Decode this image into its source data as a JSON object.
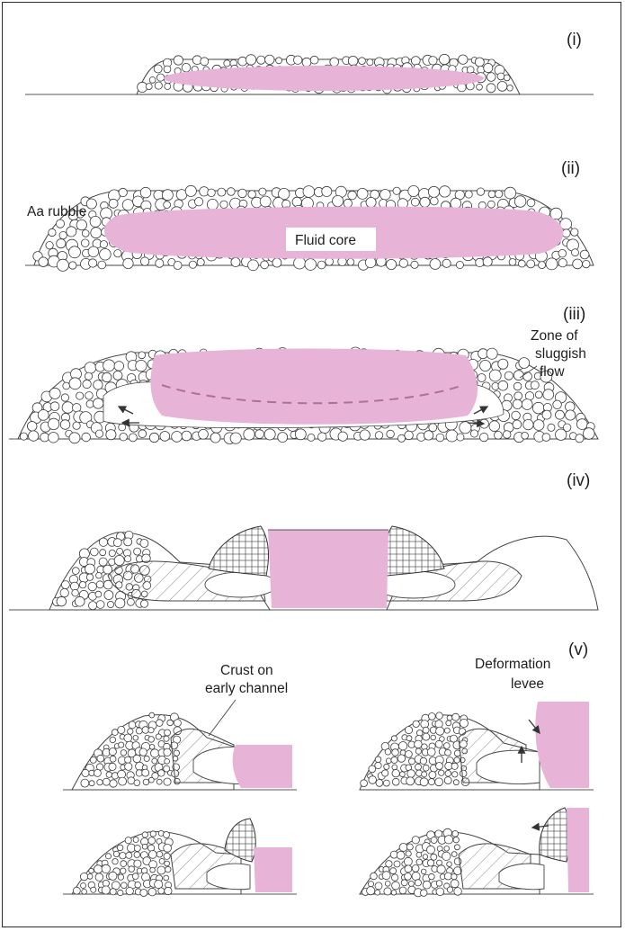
{
  "panels": [
    {
      "id": "i",
      "label": "(i)"
    },
    {
      "id": "ii",
      "label": "(ii)",
      "annotations": {
        "rubble": "Aa rubble",
        "core": "Fluid core"
      }
    },
    {
      "id": "iii",
      "label": "(iii)",
      "annotations": {
        "zone_line1": "Zone of",
        "zone_line2": "sluggish",
        "zone_line3": "flow"
      }
    },
    {
      "id": "iv",
      "label": "(iv)"
    },
    {
      "id": "v",
      "label": "(v)",
      "annotations": {
        "crust_line1": "Crust on",
        "crust_line2": "early channel",
        "levee_line1": "Deformation",
        "levee_line2": "levee"
      }
    }
  ],
  "colors": {
    "fluid_core": "#e7b3d6",
    "rubble_outline": "#3a3a3a",
    "frame": "#2b2b2b"
  }
}
